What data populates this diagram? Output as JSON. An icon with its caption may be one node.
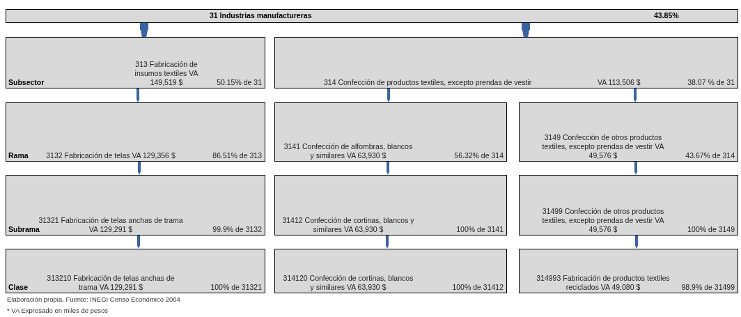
{
  "diagram": {
    "nodes": [
      {
        "text": [
          "31 Industrias manufactureras",
          "43.85%"
        ]
      },
      {
        "text": [
          "Subsector",
          "313 Fabricación de insumos textiles VA 149,519 $",
          "50.15% de 31"
        ]
      },
      {
        "text": [
          "314 Confección de productos textiles, excepto prendas de vestir",
          "VA 113,506 $",
          "38.07 % de 31"
        ]
      },
      {
        "text": [
          "Rama",
          "3132 Fabricación de telas VA 129,356 $",
          "86.51% de 313"
        ]
      },
      {
        "text": [
          "3141 Confección de alfombras, blancos y similares VA 63,930 $",
          "56.32% de 314"
        ]
      },
      {
        "text": [
          "3149 Confección de otros productos textiles, excepto prendas de vestir VA 49,576 $",
          "43.67% de 314"
        ]
      },
      {
        "text": [
          "Subrama",
          "31321 Fabricación de telas anchas de trama VA 129,291 $",
          "99.9% de 3132"
        ]
      },
      {
        "text": [
          "31412 Confección de cortinas, blancos y similares VA 63,930 $",
          "100% de 3141"
        ]
      },
      {
        "text": [
          "31499 Confección de otros productos textiles, excepto prendas de vestir VA 49,576 $",
          "100% de 3149"
        ]
      },
      {
        "text": [
          "Clase",
          "313210 Fabricación de telas anchas de trama VA 129,291 $",
          "100% de 31321"
        ]
      },
      {
        "text": [
          "314120 Confección de cortinas, blancos y similares VA 63,930 $",
          "100% de 31412"
        ]
      },
      {
        "text": [
          "314993 Fabricación de productos textiles reciclados VA 49,080 $",
          "98.9% de 31499"
        ]
      }
    ],
    "edges": [
      {
        "from": 0,
        "to": 1,
        "arrow": "to",
        "style": "thick"
      },
      {
        "from": 0,
        "to": 2,
        "arrow": "to",
        "style": "thick"
      },
      {
        "from": 1,
        "to": 3,
        "arrow": "to"
      },
      {
        "from": 2,
        "to": 4,
        "arrow": "to"
      },
      {
        "from": 2,
        "to": 5,
        "arrow": "to"
      },
      {
        "from": 3,
        "to": 6,
        "arrow": "to"
      },
      {
        "from": 4,
        "to": 7,
        "arrow": "to"
      },
      {
        "from": 5,
        "to": 8,
        "arrow": "to"
      },
      {
        "from": 6,
        "to": 9,
        "arrow": "to"
      },
      {
        "from": 7,
        "to": 10,
        "arrow": "to"
      },
      {
        "from": 8,
        "to": 11,
        "arrow": "to"
      }
    ],
    "labels": [
      "Elaboración propia. Fuente: INEGI Censo Económico 2004",
      "* VA Expresado en miles de pesos"
    ]
  }
}
